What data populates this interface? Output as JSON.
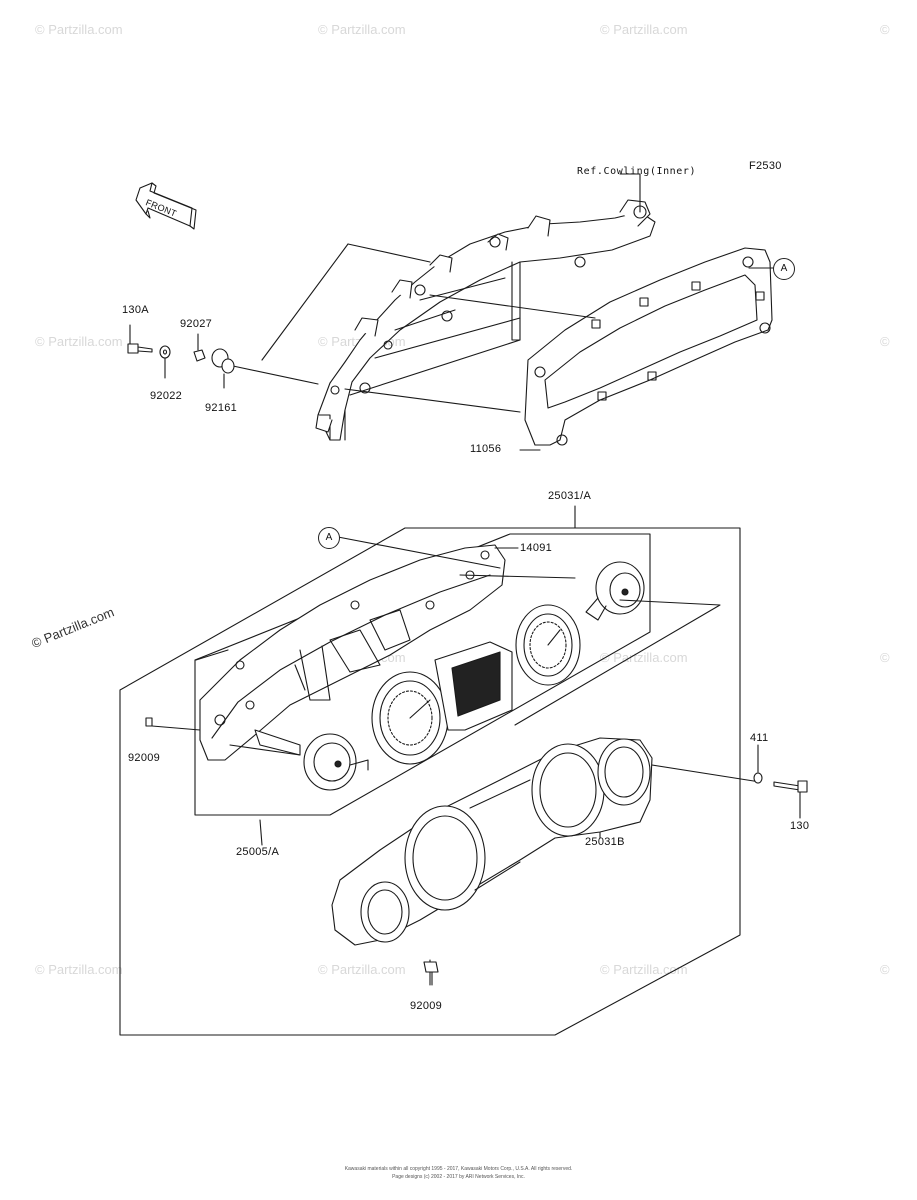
{
  "figure_code": "F2530",
  "reference_note": "Ref.Cowling(Inner)",
  "front_label": "FRONT",
  "callout_letter": "A",
  "part_numbers": {
    "p130A": "130A",
    "p92027": "92027",
    "p92022": "92022",
    "p92161": "92161",
    "p11056": "11056",
    "p25031A": "25031/A",
    "p14091": "14091",
    "p92009_left": "92009",
    "p411": "411",
    "p130": "130",
    "p25031B": "25031B",
    "p25005A": "25005/A",
    "p92009_bottom": "92009"
  },
  "watermark": {
    "symbol": "©",
    "text": "Partzilla.com",
    "featured_text": "© Partzilla.com"
  },
  "footer": {
    "line1": "Kawasaki materials within all copyright 1995 - 2017, Kawasaki Motors Corp., U.S.A. All rights reserved.",
    "line2": "Page designs (c) 2002 - 2017 by ARI Network Services, Inc."
  }
}
